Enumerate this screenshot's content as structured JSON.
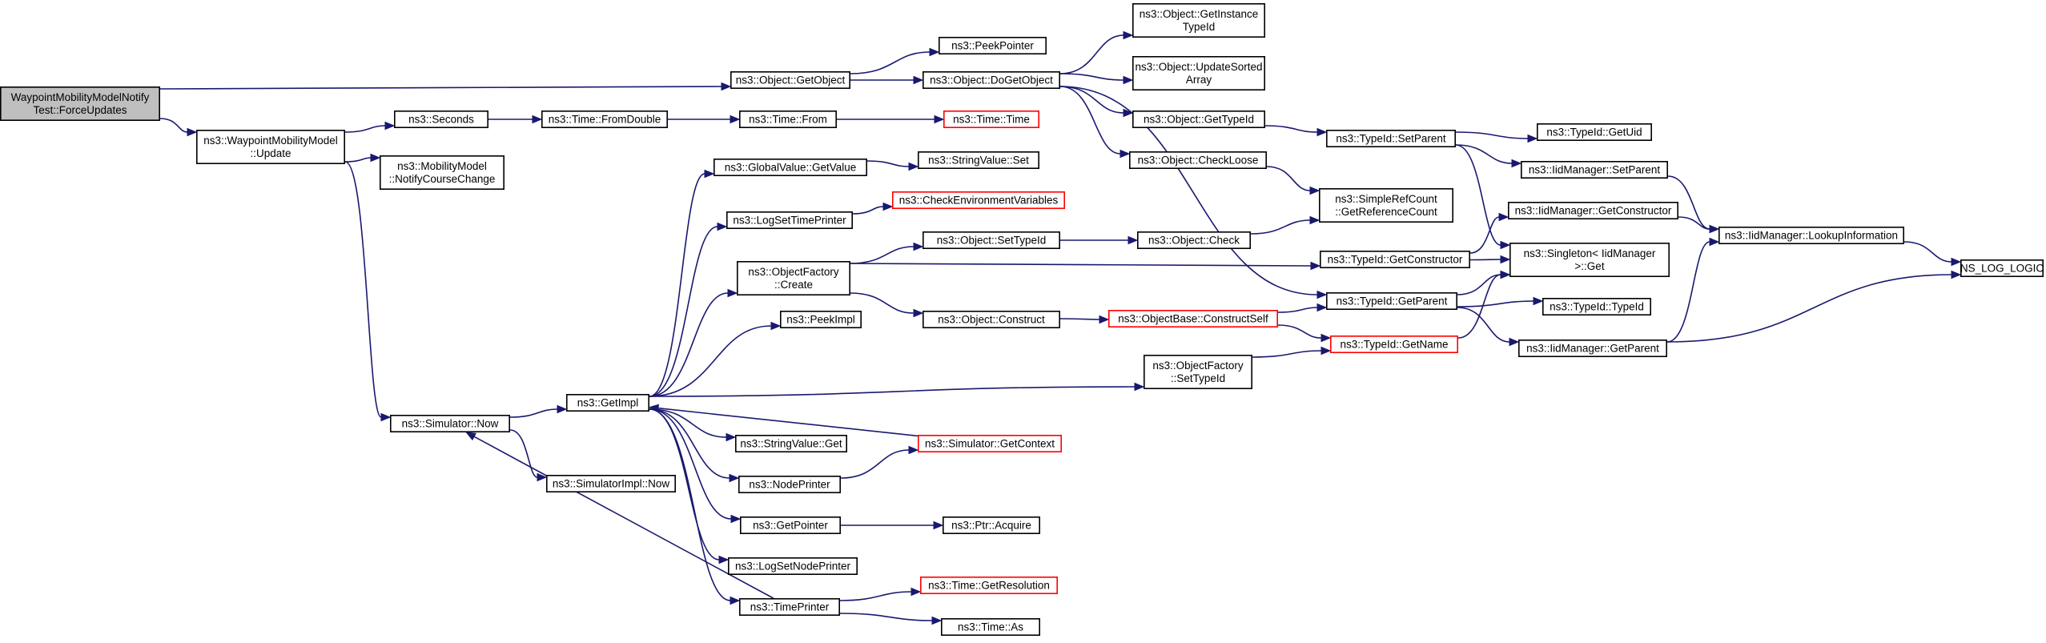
{
  "colors": {
    "edge": "#191970",
    "root_fill": "#bfbfbf",
    "truncated_border": "#ff0000",
    "node_border": "#000000"
  },
  "nodes": [
    {
      "id": "root",
      "lines": [
        "WaypointMobilityModelNotify",
        "Test::ForceUpdates"
      ],
      "style": "root"
    },
    {
      "id": "getobject",
      "lines": [
        "ns3::Object::GetObject"
      ]
    },
    {
      "id": "wmm_update",
      "lines": [
        "ns3::WaypointMobilityModel",
        "::Update"
      ]
    },
    {
      "id": "peekpointer",
      "lines": [
        "ns3::PeekPointer"
      ]
    },
    {
      "id": "dogetobject",
      "lines": [
        "ns3::Object::DoGetObject"
      ]
    },
    {
      "id": "getinstancetypeid",
      "lines": [
        "ns3::Object::GetInstance",
        "TypeId"
      ]
    },
    {
      "id": "updatesortedarray",
      "lines": [
        "ns3::Object::UpdateSorted",
        "Array"
      ]
    },
    {
      "id": "obj_gettypeid",
      "lines": [
        "ns3::Object::GetTypeId"
      ]
    },
    {
      "id": "seconds",
      "lines": [
        "ns3::Seconds"
      ]
    },
    {
      "id": "fromdouble",
      "lines": [
        "ns3::Time::FromDouble"
      ]
    },
    {
      "id": "time_from",
      "lines": [
        "ns3::Time::From"
      ]
    },
    {
      "id": "time_time",
      "lines": [
        "ns3::Time::Time"
      ],
      "style": "truncated"
    },
    {
      "id": "notifycoursechange",
      "lines": [
        "ns3::MobilityModel",
        "::NotifyCourseChange"
      ]
    },
    {
      "id": "typeid_setparent",
      "lines": [
        "ns3::TypeId::SetParent"
      ]
    },
    {
      "id": "typeid_getuid",
      "lines": [
        "ns3::TypeId::GetUid"
      ]
    },
    {
      "id": "iid_setparent",
      "lines": [
        "ns3::IidManager::SetParent"
      ]
    },
    {
      "id": "globalvalue_getvalue",
      "lines": [
        "ns3::GlobalValue::GetValue"
      ]
    },
    {
      "id": "stringvalue_set",
      "lines": [
        "ns3::StringValue::Set"
      ]
    },
    {
      "id": "checkloose",
      "lines": [
        "ns3::Object::CheckLoose"
      ]
    },
    {
      "id": "checkenv",
      "lines": [
        "ns3::CheckEnvironmentVariables"
      ],
      "style": "truncated"
    },
    {
      "id": "logsettimeprinter",
      "lines": [
        "ns3::LogSetTimePrinter"
      ]
    },
    {
      "id": "getrefcount",
      "lines": [
        "ns3::SimpleRefCount",
        "::GetReferenceCount"
      ]
    },
    {
      "id": "iid_getconstructor",
      "lines": [
        "ns3::IidManager::GetConstructor"
      ]
    },
    {
      "id": "lookupinfo",
      "lines": [
        "ns3::IidManager::LookupInformation"
      ]
    },
    {
      "id": "ns_log_logic",
      "lines": [
        "NS_LOG_LOGIC"
      ]
    },
    {
      "id": "settypeid",
      "lines": [
        "ns3::Object::SetTypeId"
      ]
    },
    {
      "id": "obj_check",
      "lines": [
        "ns3::Object::Check"
      ]
    },
    {
      "id": "objfactory_create",
      "lines": [
        "ns3::ObjectFactory",
        "::Create"
      ]
    },
    {
      "id": "typeid_getconstructor",
      "lines": [
        "ns3::TypeId::GetConstructor"
      ]
    },
    {
      "id": "singleton_get",
      "lines": [
        "ns3::Singleton< IidManager",
        ">::Get"
      ]
    },
    {
      "id": "peekimpl",
      "lines": [
        "ns3::PeekImpl"
      ]
    },
    {
      "id": "obj_construct",
      "lines": [
        "ns3::Object::Construct"
      ]
    },
    {
      "id": "constructself",
      "lines": [
        "ns3::ObjectBase::ConstructSelf"
      ],
      "style": "truncated"
    },
    {
      "id": "typeid_getparent",
      "lines": [
        "ns3::TypeId::GetParent"
      ]
    },
    {
      "id": "typeid_typeid",
      "lines": [
        "ns3::TypeId::TypeId"
      ]
    },
    {
      "id": "typeid_getname",
      "lines": [
        "ns3::TypeId::GetName"
      ],
      "style": "truncated"
    },
    {
      "id": "iid_getparent",
      "lines": [
        "ns3::IidManager::GetParent"
      ]
    },
    {
      "id": "objfactory_settypeid",
      "lines": [
        "ns3::ObjectFactory",
        "::SetTypeId"
      ]
    },
    {
      "id": "getimpl",
      "lines": [
        "ns3::GetImpl"
      ]
    },
    {
      "id": "sim_now",
      "lines": [
        "ns3::Simulator::Now"
      ]
    },
    {
      "id": "stringvalue_get",
      "lines": [
        "ns3::StringValue::Get"
      ]
    },
    {
      "id": "sim_getcontext",
      "lines": [
        "ns3::Simulator::GetContext"
      ],
      "style": "truncated"
    },
    {
      "id": "simimpl_now",
      "lines": [
        "ns3::SimulatorImpl::Now"
      ]
    },
    {
      "id": "nodeprinter",
      "lines": [
        "ns3::NodePrinter"
      ]
    },
    {
      "id": "getpointer",
      "lines": [
        "ns3::GetPointer"
      ]
    },
    {
      "id": "ptr_acquire",
      "lines": [
        "ns3::Ptr::Acquire"
      ]
    },
    {
      "id": "logsetnodeprinter",
      "lines": [
        "ns3::LogSetNodePrinter"
      ]
    },
    {
      "id": "getresolution",
      "lines": [
        "ns3::Time::GetResolution"
      ],
      "style": "truncated"
    },
    {
      "id": "timeprinter",
      "lines": [
        "ns3::TimePrinter"
      ]
    },
    {
      "id": "time_as",
      "lines": [
        "ns3::Time::As"
      ]
    }
  ],
  "edges": [
    [
      "root",
      "getobject"
    ],
    [
      "root",
      "wmm_update"
    ],
    [
      "getobject",
      "peekpointer"
    ],
    [
      "getobject",
      "dogetobject"
    ],
    [
      "dogetobject",
      "getinstancetypeid"
    ],
    [
      "dogetobject",
      "updatesortedarray"
    ],
    [
      "dogetobject",
      "obj_gettypeid"
    ],
    [
      "dogetobject",
      "checkloose"
    ],
    [
      "dogetobject",
      "typeid_getparent"
    ],
    [
      "wmm_update",
      "seconds"
    ],
    [
      "wmm_update",
      "notifycoursechange"
    ],
    [
      "wmm_update",
      "sim_now"
    ],
    [
      "seconds",
      "fromdouble"
    ],
    [
      "fromdouble",
      "time_from"
    ],
    [
      "time_from",
      "time_time"
    ],
    [
      "obj_gettypeid",
      "typeid_setparent"
    ],
    [
      "typeid_setparent",
      "typeid_getuid"
    ],
    [
      "typeid_setparent",
      "iid_setparent"
    ],
    [
      "typeid_setparent",
      "singleton_get"
    ],
    [
      "iid_setparent",
      "lookupinfo"
    ],
    [
      "checkloose",
      "getrefcount"
    ],
    [
      "iid_getconstructor",
      "lookupinfo"
    ],
    [
      "lookupinfo",
      "ns_log_logic"
    ],
    [
      "globalvalue_getvalue",
      "stringvalue_set"
    ],
    [
      "logsettimeprinter",
      "checkenv"
    ],
    [
      "objfactory_create",
      "settypeid"
    ],
    [
      "objfactory_create",
      "typeid_getconstructor"
    ],
    [
      "objfactory_create",
      "obj_construct"
    ],
    [
      "settypeid",
      "obj_check"
    ],
    [
      "obj_check",
      "getrefcount"
    ],
    [
      "typeid_getconstructor",
      "iid_getconstructor"
    ],
    [
      "typeid_getconstructor",
      "singleton_get"
    ],
    [
      "obj_construct",
      "constructself"
    ],
    [
      "constructself",
      "typeid_getparent"
    ],
    [
      "constructself",
      "typeid_getname"
    ],
    [
      "typeid_getparent",
      "singleton_get"
    ],
    [
      "typeid_getparent",
      "typeid_typeid"
    ],
    [
      "typeid_getparent",
      "iid_getparent"
    ],
    [
      "typeid_getname",
      "singleton_get"
    ],
    [
      "iid_getparent",
      "lookupinfo"
    ],
    [
      "iid_getparent",
      "ns_log_logic"
    ],
    [
      "objfactory_settypeid",
      "typeid_getname"
    ],
    [
      "getimpl",
      "globalvalue_getvalue"
    ],
    [
      "getimpl",
      "logsettimeprinter"
    ],
    [
      "getimpl",
      "objfactory_create"
    ],
    [
      "getimpl",
      "peekimpl"
    ],
    [
      "getimpl",
      "objfactory_settypeid"
    ],
    [
      "getimpl",
      "stringvalue_get"
    ],
    [
      "getimpl",
      "nodeprinter"
    ],
    [
      "getimpl",
      "getpointer"
    ],
    [
      "getimpl",
      "logsetnodeprinter"
    ],
    [
      "getimpl",
      "timeprinter"
    ],
    [
      "sim_now",
      "getimpl"
    ],
    [
      "sim_now",
      "simimpl_now"
    ],
    [
      "sim_getcontext",
      "getimpl"
    ],
    [
      "nodeprinter",
      "sim_getcontext"
    ],
    [
      "getpointer",
      "ptr_acquire"
    ],
    [
      "timeprinter",
      "getresolution"
    ],
    [
      "timeprinter",
      "time_as"
    ],
    [
      "timeprinter",
      "sim_now"
    ]
  ]
}
